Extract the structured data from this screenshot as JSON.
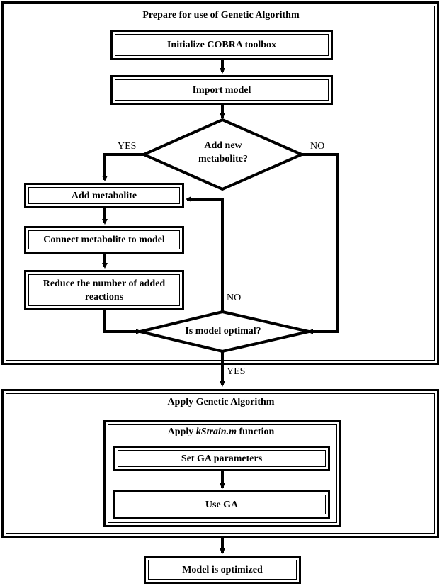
{
  "section_prepare": {
    "title": "Prepare for use of Genetic Algorithm"
  },
  "steps": {
    "init_cobra": "Initialize COBRA toolbox",
    "import_model": "Import model",
    "add_metabolite": "Add metabolite",
    "connect_metabolite": "Connect metabolite to model",
    "reduce_reactions": "Reduce the number of added reactions",
    "set_ga_params": "Set GA parameters",
    "use_ga": "Use GA",
    "model_optimized": "Model is optimized"
  },
  "decisions": {
    "add_new_metabolite": "Add new metabolite?",
    "is_model_optimal": "Is model optimal?"
  },
  "edge_labels": {
    "yes_add": "YES",
    "no_add": "NO",
    "no_optimal": "NO",
    "yes_optimal": "YES"
  },
  "section_apply": {
    "title": "Apply Genetic Algorithm"
  },
  "kstrain": {
    "prefix": "Apply ",
    "fn_name": "kStrain.m",
    "suffix": " function"
  }
}
